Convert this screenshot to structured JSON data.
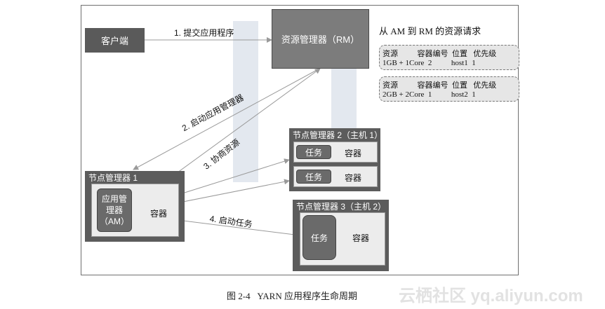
{
  "client": {
    "label": "客户端"
  },
  "rm": {
    "label": "资源管理器（RM）"
  },
  "arrows": {
    "submit": "1. 提交应用程序",
    "launch_am": "2. 启动应用管理器",
    "negotiate": "3. 协商资源",
    "launch_task": "4. 启动任务"
  },
  "request_title": "从 AM 到 RM 的资源请求",
  "requests": [
    {
      "headers": "资源          容器编号  位置   优先级",
      "row": "1GB + 1Core  2          host1  1"
    },
    {
      "headers": "资源          容器编号  位置   优先级",
      "row": "2GB + 2Core  1          host2  1"
    }
  ],
  "nm1": {
    "title": "节点管理器 1",
    "am_line1": "应用管",
    "am_line2": "理器",
    "am_line3": "（AM）",
    "container": "容器"
  },
  "nm2": {
    "title": "节点管理器 2（主机 1）",
    "task1": "任务",
    "container1": "容器",
    "task2": "任务",
    "container2": "容器"
  },
  "nm3": {
    "title": "节点管理器 3（主机 2）",
    "task": "任务",
    "container": "容器"
  },
  "caption": "图 2-4   YARN 应用程序生命周期",
  "site_watermark": "云栖社区 yq.aliyun.com",
  "colors": {
    "node_dark": "#5c5c5c",
    "rm_fill": "#7c7c7c",
    "inner_fill": "#ececec",
    "arrow": "#9a9a9a"
  }
}
